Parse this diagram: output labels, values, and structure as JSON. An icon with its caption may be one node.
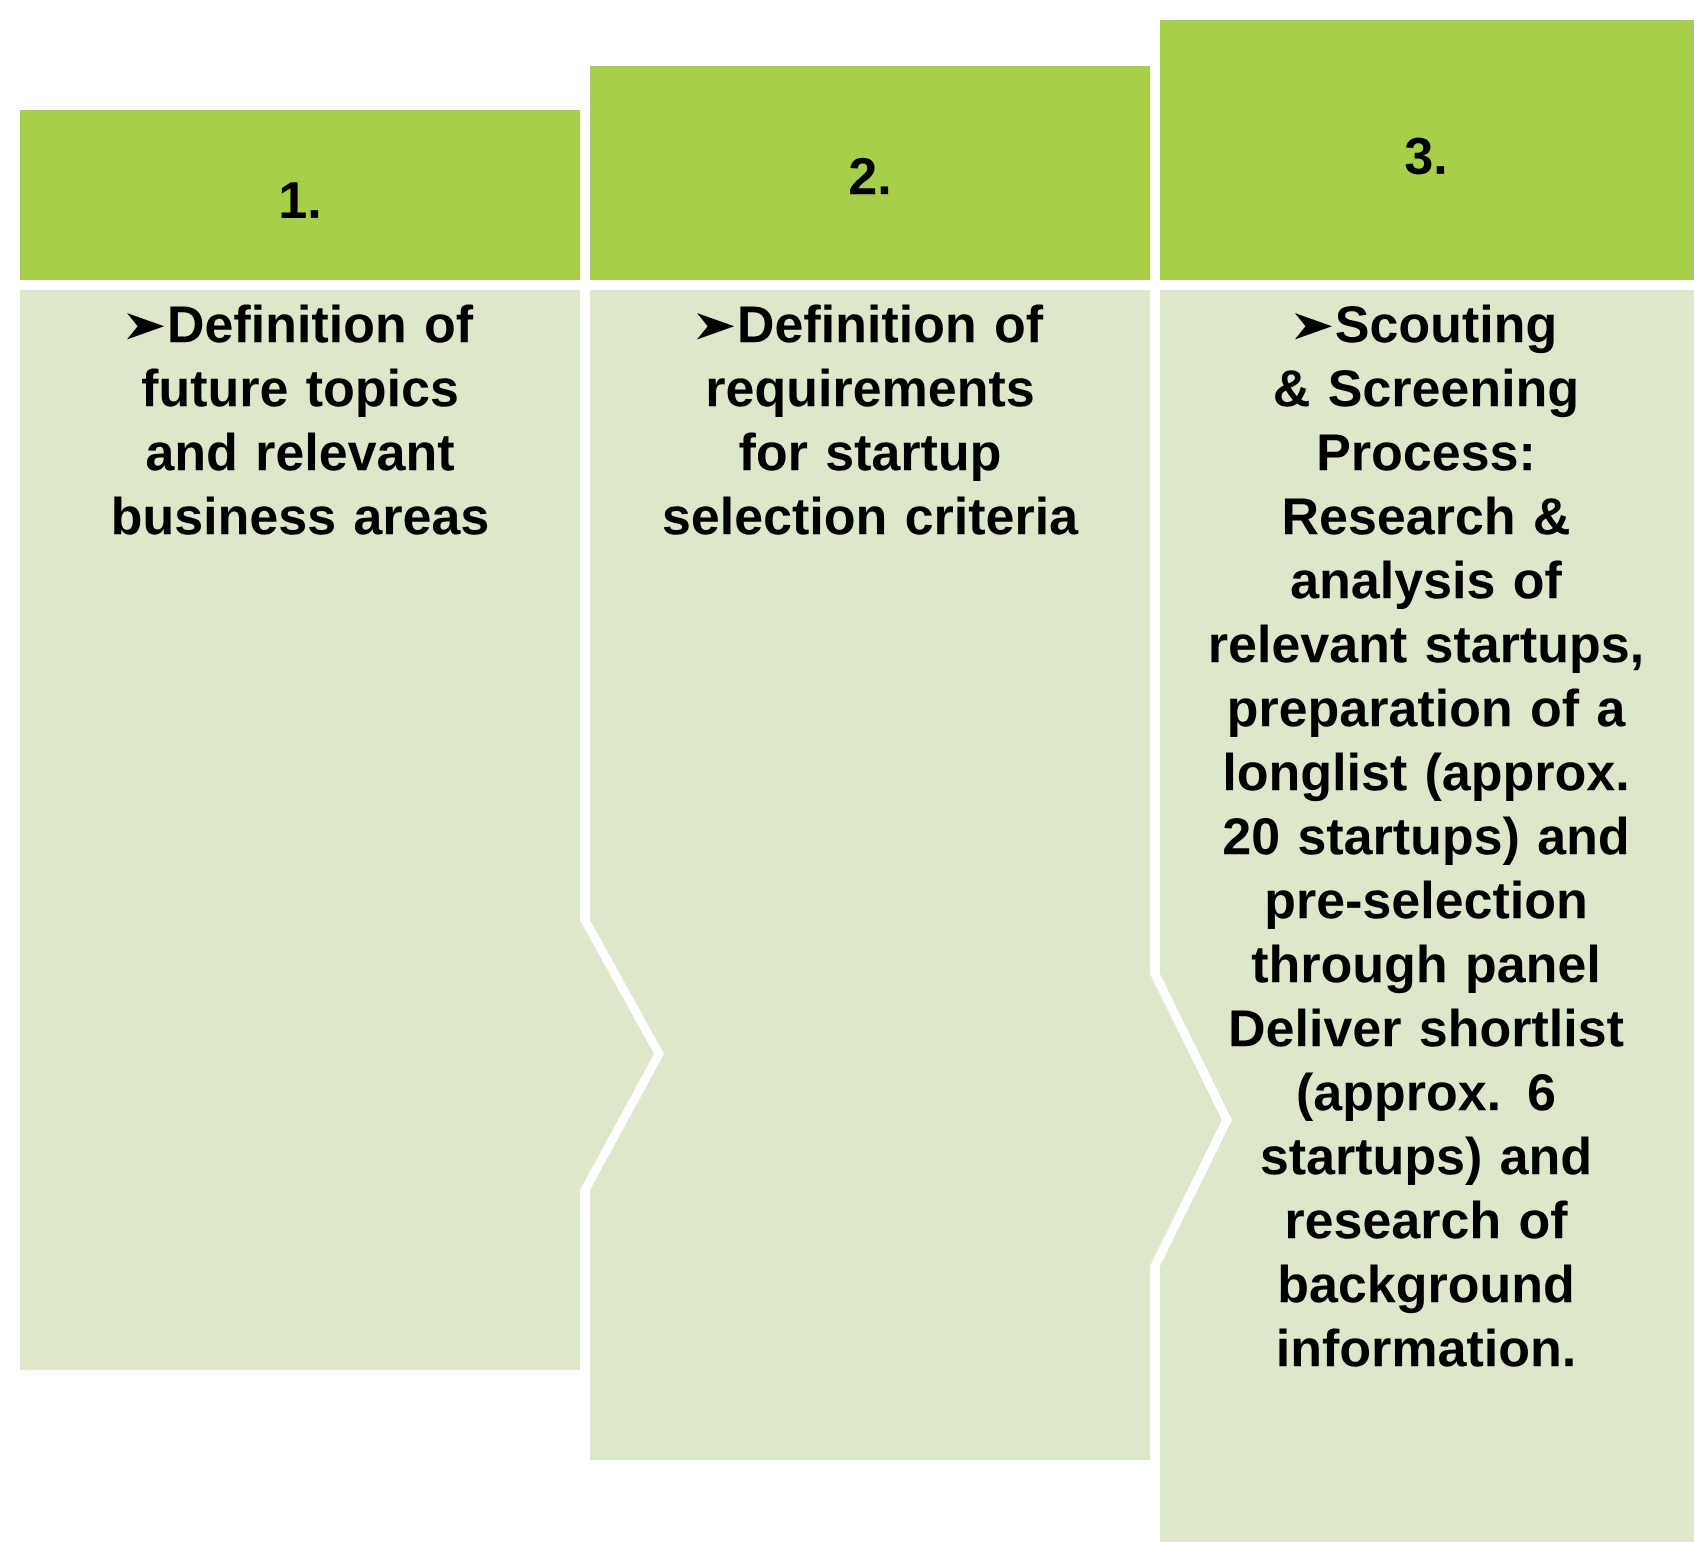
{
  "diagram": {
    "nodes": [
      {
        "text": [
          "1."
        ]
      },
      {
        "text": [
          "Definition of future topics and relevant business areas"
        ]
      },
      {
        "text": [
          "2."
        ]
      },
      {
        "text": [
          "Definition of requirements for startup selection criteria"
        ]
      },
      {
        "text": [
          "3."
        ]
      },
      {
        "text": [
          "Scouting & Screening Process: Research & analysis of relevant startups, preparation of a longlist (approx. 20 startups) and pre-selection through panel Deliver shortlist (approx. 6 startups) and research of background information."
        ]
      }
    ]
  }
}
